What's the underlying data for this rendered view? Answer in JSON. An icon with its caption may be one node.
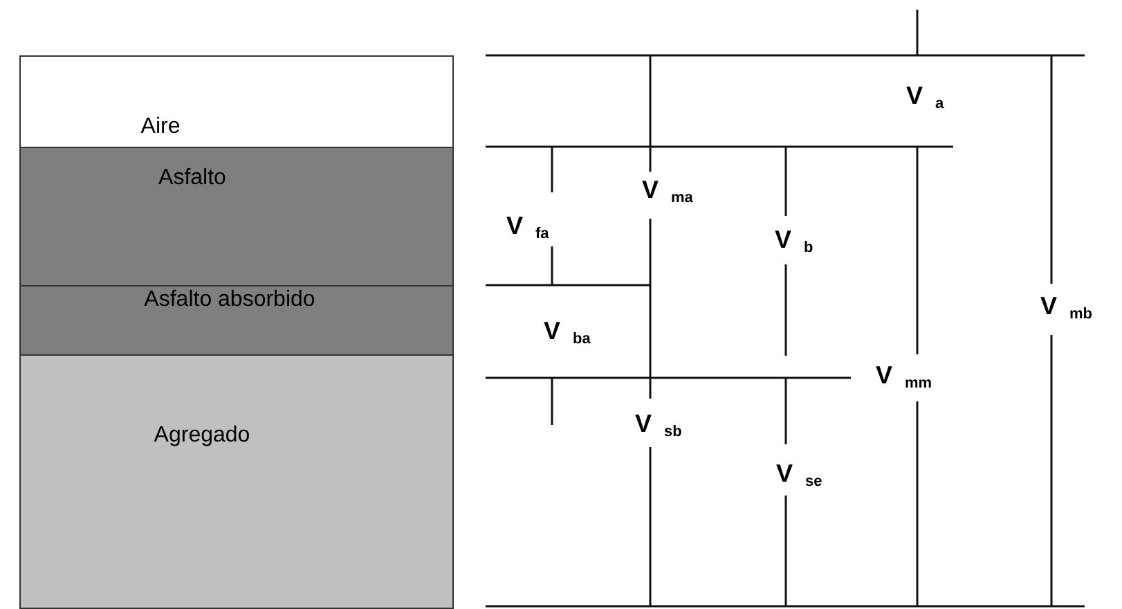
{
  "diagram": {
    "nodes": [
      {
        "text": [
          "Aire"
        ]
      },
      {
        "text": [
          "Asfalto"
        ]
      },
      {
        "text": [
          "Asfalto absorbido"
        ]
      },
      {
        "text": [
          "Agregado"
        ]
      }
    ],
    "labels": [
      "V $_{a}$",
      "V $_{fa}$",
      "V $_{ma}$",
      "V $_{b}$",
      "V $_{mb}$",
      "V $_{ba}$",
      "V $_{mm}$",
      "V $_{sb}$",
      "V $_{se}$"
    ]
  }
}
